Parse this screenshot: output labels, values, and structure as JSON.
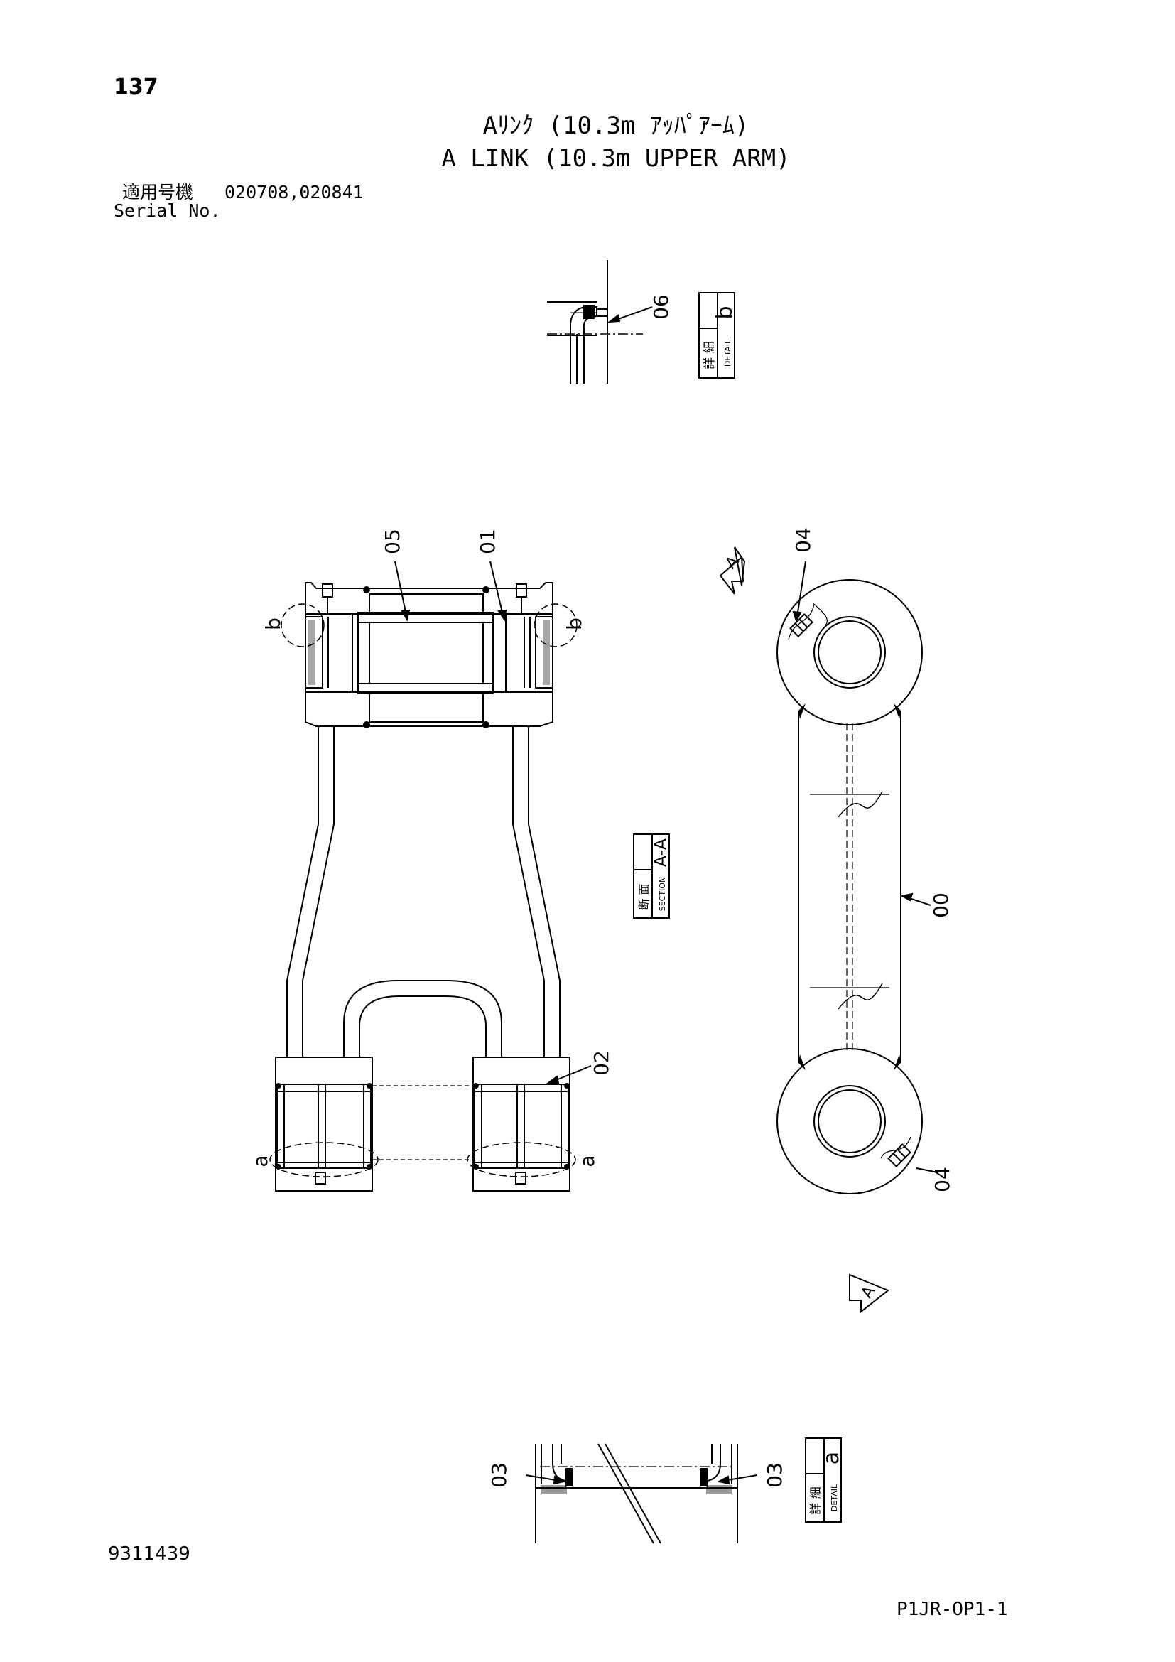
{
  "page": {
    "page_number": "137",
    "title_jp": "Aﾘﾝｸ (10.3m ｱｯﾊﾟｱｰﾑ)",
    "title_en": "A LINK (10.3m UPPER ARM)",
    "serial_label_jp": "適用号機",
    "serial_label_en": "Serial No.",
    "serial_values": "020708,020841",
    "document_number": "9311439",
    "sheet_code": "P1JR-OP1-1"
  },
  "callouts": {
    "p00": "00",
    "p01": "01",
    "p02": "02",
    "p03_left": "03",
    "p03_right": "03",
    "p04_top": "04",
    "p04_bottom": "04",
    "p05": "05",
    "p06": "06"
  },
  "labels": {
    "detail_b_letter": "b",
    "detail_b_jp": "詳 細",
    "detail_b_en": "DETAIL",
    "detail_a_letter": "a",
    "detail_a_jp": "詳 細",
    "detail_a_en": "DETAIL",
    "section_name": "A-A",
    "section_jp": "断 面",
    "section_en": "SECTION",
    "circle_b_left": "b",
    "circle_b_right": "b",
    "circle_a_left": "a",
    "circle_a_right": "a",
    "view_arrow_top": "A",
    "view_arrow_bottom": "A"
  }
}
